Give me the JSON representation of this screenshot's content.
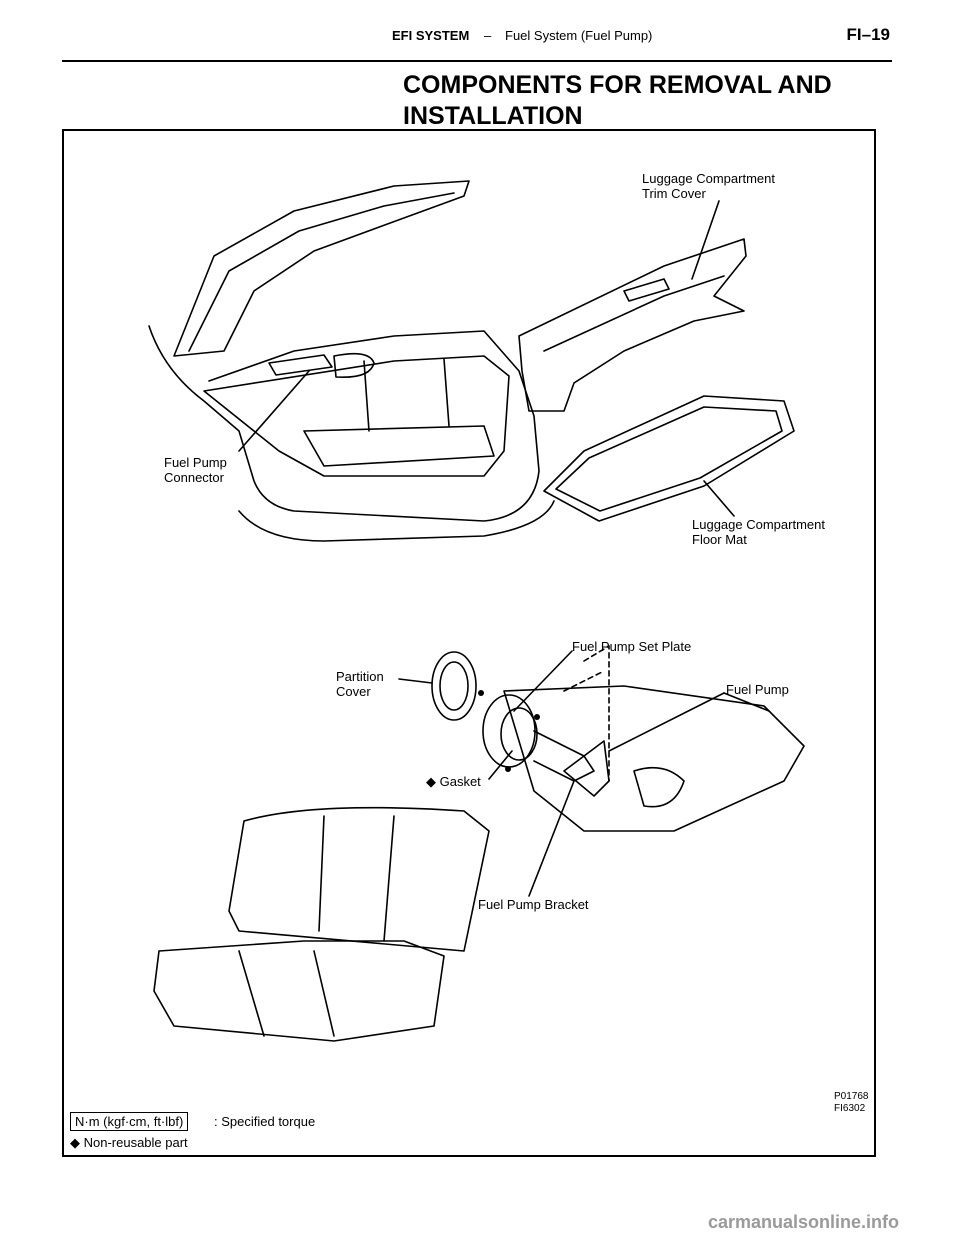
{
  "header": {
    "system": "EFI SYSTEM",
    "dash": "–",
    "topic": "Fuel System (Fuel Pump)",
    "page": "FI–19"
  },
  "title": "COMPONENTS FOR REMOVAL AND\nINSTALLATION",
  "figure": {
    "labels": {
      "trim_cover": "Luggage Compartment\nTrim Cover",
      "pump_connector": "Fuel Pump\nConnector",
      "floor_mat": "Luggage Compartment\nFloor Mat",
      "set_plate": "Fuel Pump Set Plate",
      "partition_cover": "Partition\nCover",
      "fuel_pump": "Fuel Pump",
      "gasket": "◆ Gasket",
      "pump_bracket": "Fuel Pump Bracket"
    },
    "ref_codes": "P01768\nFI6302",
    "legend": {
      "torque_box": "N·m (kgf·cm, ft·lbf)",
      "torque_text": ":  Specified torque",
      "nonreusable": "◆  Non-reusable part"
    }
  },
  "watermark": "carmanualsonline.info"
}
